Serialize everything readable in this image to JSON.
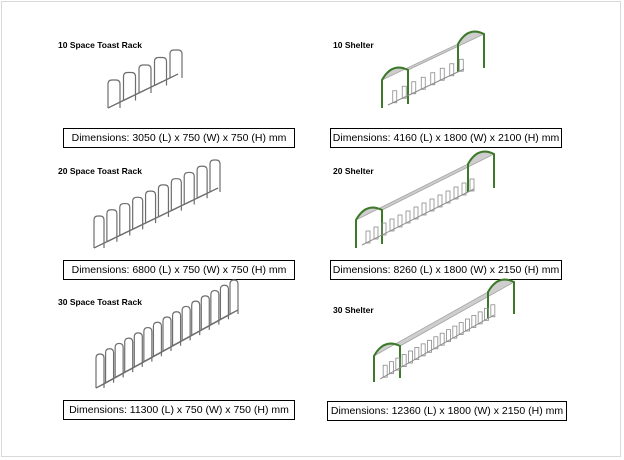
{
  "products": [
    {
      "id": "rack10",
      "title": "10 Space Toast Rack",
      "dimensions": "Dimensions: 3050 (L) x 750 (W) x 750 (H) mm"
    },
    {
      "id": "shelter10",
      "title": "10 Shelter",
      "dimensions": "Dimensions: 4160 (L) x 1800 (W) x 2100 (H) mm"
    },
    {
      "id": "rack20",
      "title": "20 Space Toast Rack",
      "dimensions": "Dimensions: 6800 (L) x 750 (W) x 750 (H) mm"
    },
    {
      "id": "shelter20",
      "title": "20 Shelter",
      "dimensions": "Dimensions: 8260 (L) x 1800 (W) x 2150 (H) mm"
    },
    {
      "id": "rack30",
      "title": "30 Space Toast Rack",
      "dimensions": "Dimensions: 11300 (L) x 750 (W) x 750 (H) mm"
    },
    {
      "id": "shelter30",
      "title": "30 Shelter",
      "dimensions": "Dimensions: 12360 (L) x 1800 (W) x 2150 (H) mm"
    }
  ],
  "colors": {
    "rack_stroke": "#6e6e6e",
    "frame_green": "#3c7a2a",
    "roof": "#c9c9c9",
    "border": "#000000"
  }
}
